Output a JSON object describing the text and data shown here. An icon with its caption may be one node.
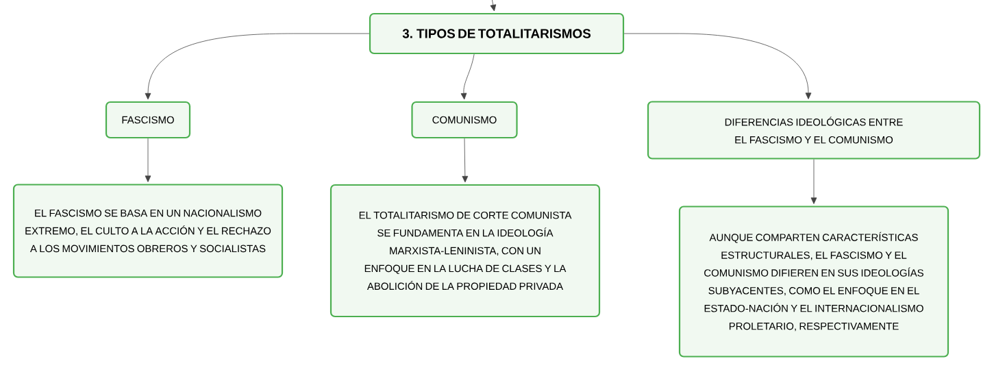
{
  "diagram": {
    "nodes": [
      {
        "text": [
          "3. TIPOS DE TOTALITARISMOS"
        ]
      },
      {
        "text": [
          "FASCISMO"
        ]
      },
      {
        "text": [
          "COMUNISMO"
        ]
      },
      {
        "text": [
          "DIFERENCIAS IDEOLÓGICAS ENTRE EL FASCISMO Y EL COMUNISMO"
        ]
      },
      {
        "text": [
          "EL FASCISMO SE BASA EN UN NACIONALISMO EXTREMO, EL CULTO A LA ACCIÓN Y EL RECHAZO A LOS MOVIMIENTOS OBREROS Y SOCIALISTAS"
        ]
      },
      {
        "text": [
          "EL TOTALITARISMO DE CORTE COMUNISTA SE FUNDAMENTA EN LA IDEOLOGÍA MARXISTA-LENINISTA, CON UN ENFOQUE EN LA LUCHA DE CLASES Y LA ABOLICIÓN DE LA PROPIEDAD PRIVADA"
        ]
      },
      {
        "text": [
          "AUNQUE COMPARTEN CARACTERÍSTICAS ESTRUCTURALES, EL FASCISMO Y EL COMUNISMO DIFIEREN EN SUS IDEOLOGÍAS SUBYACENTES, COMO EL ENFOQUE EN EL ESTADO-NACIÓN Y EL INTERNACIONALISMO PROLETARIO, RESPECTIVAMENTE"
        ]
      }
    ],
    "edges": [
      {
        "from": null,
        "to": 0,
        "arrow": "to"
      },
      {
        "from": 0,
        "to": 1,
        "arrow": "to"
      },
      {
        "from": 0,
        "to": 2,
        "arrow": "to"
      },
      {
        "from": 0,
        "to": 3,
        "arrow": "to"
      },
      {
        "from": 1,
        "to": 4,
        "arrow": "to"
      },
      {
        "from": 2,
        "to": 5,
        "arrow": "to"
      },
      {
        "from": 3,
        "to": 6,
        "arrow": "to"
      }
    ]
  }
}
